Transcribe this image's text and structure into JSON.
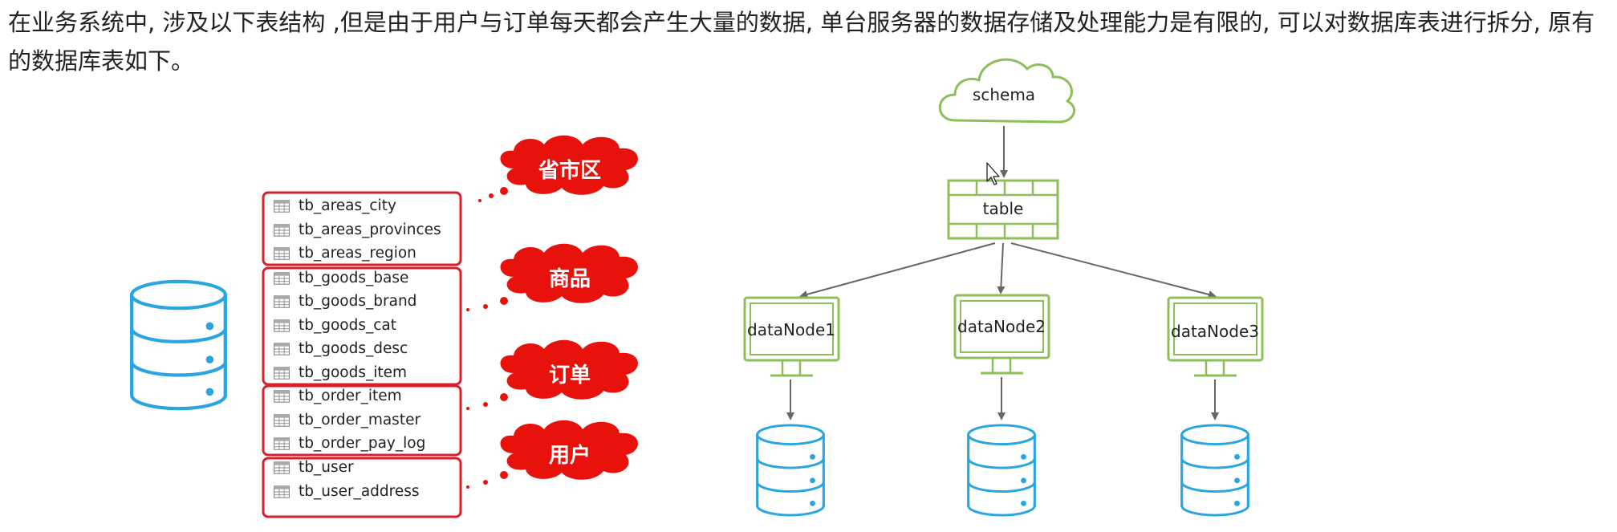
{
  "intro_text": "在业务系统中, 涉及以下表结构 ,但是由于用户与订单每天都会产生大量的数据, 单台服务器的数据存储及处理能力是有限的, 可以对数据库表进行拆分, 原有的数据库表如下。",
  "table_groups": [
    {
      "label": "省市区",
      "tables": [
        "tb_areas_city",
        "tb_areas_provinces",
        "tb_areas_region"
      ]
    },
    {
      "label": "商品",
      "tables": [
        "tb_goods_base",
        "tb_goods_brand",
        "tb_goods_cat",
        "tb_goods_desc",
        "tb_goods_item"
      ]
    },
    {
      "label": "订单",
      "tables": [
        "tb_order_item",
        "tb_order_master",
        "tb_order_pay_log"
      ]
    },
    {
      "label": "用户",
      "tables": [
        "tb_user",
        "tb_user_address"
      ]
    }
  ],
  "architecture": {
    "schema_label": "schema",
    "table_label": "table",
    "data_nodes": [
      "dataNode1",
      "dataNode2",
      "dataNode3"
    ]
  },
  "colors": {
    "group_border": "#d9202a",
    "group_cloud": "#e8120c",
    "db_blue": "#29a6e0",
    "node_green": "#8cbf5a",
    "arrow_gray": "#666666"
  },
  "icons": [
    "database-icon",
    "table-grid-icon",
    "cloud-icon",
    "monitor-icon",
    "mouse-cursor-icon"
  ]
}
